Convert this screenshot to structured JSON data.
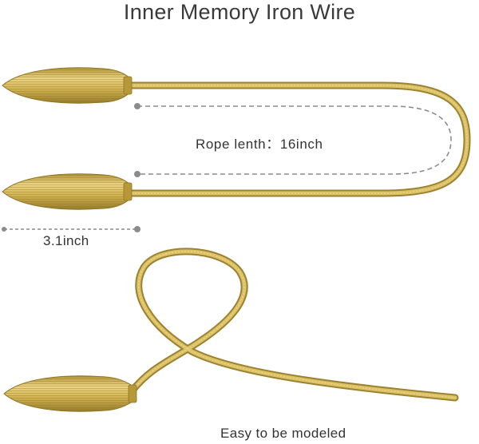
{
  "title": "Inner Memory Iron Wire",
  "rope_label": "Rope lenth：16inch",
  "tassel_label": "3.1inch",
  "caption": "Easy to be modeled",
  "colors": {
    "gold_light": "#e8cf78",
    "gold_mid": "#cdae4a",
    "gold_dark": "#9c8230",
    "dimension_gray": "#8c8c8c"
  }
}
